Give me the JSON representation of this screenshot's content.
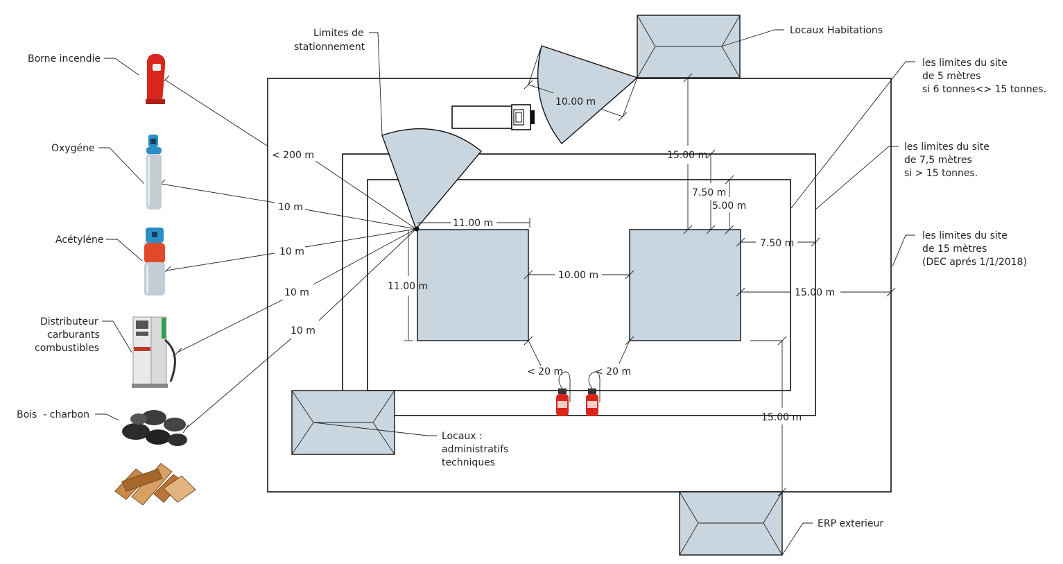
{
  "colors": {
    "area_fill": "#c9d6e0",
    "line": "#111111",
    "hydrant": "#d8261c",
    "oxygen_cap": "#2a8fc7",
    "acetylene_body": "#e04a2a",
    "cylinder_body": "#c5cdd4"
  },
  "legend": {
    "borne": "Borne incendie",
    "oxygene": "Oxygéne",
    "acetylene": "Acétyléne",
    "distributeur": [
      "Distributeur",
      "carburants",
      "combustibles"
    ],
    "bois": "Bois  - charbon"
  },
  "callouts": {
    "limites_stationnement": [
      "Limites de",
      "stationnement"
    ],
    "locaux_habitations": "Locaux Habitations",
    "limite_5m": [
      "les limites du site",
      "de 5 mètres",
      "si 6 tonnes<> 15 tonnes."
    ],
    "limite_7_5m": [
      "les limites du site",
      "de 7,5 mètres",
      "si > 15 tonnes."
    ],
    "limite_15m": [
      "les limites du site",
      "de 15 mètres",
      "(DEC aprés 1/1/2018)"
    ],
    "locaux_admin": [
      "Locaux :",
      "administratifs",
      "techniques"
    ],
    "erp": "ERP exterieur"
  },
  "dimensions": {
    "d_200": "< 200 m",
    "d_10a": "10 m",
    "d_10b": "10 m",
    "d_10c": "10 m",
    "d_10d": "10 m",
    "d_11_h": "11.00 m",
    "d_11_v": "11.00 m",
    "d_10_between": "10.00 m",
    "d_10_arc": "10.00 m",
    "d_15_top": "15.00 m",
    "d_7_5_top": "7.50 m",
    "d_5_top": "5.00 m",
    "d_7_5_right": "7.50 m",
    "d_15_right": "15.00 m",
    "d_15_bottom": "15.00 m",
    "d_20_left": "< 20 m",
    "d_20_right": "< 20 m"
  },
  "icons": [
    "fire-hydrant-icon",
    "oxygen-cylinder-icon",
    "acetylene-cylinder-icon",
    "fuel-dispenser-icon",
    "charcoal-icon",
    "firewood-icon",
    "fire-extinguisher-icon",
    "truck-icon"
  ]
}
